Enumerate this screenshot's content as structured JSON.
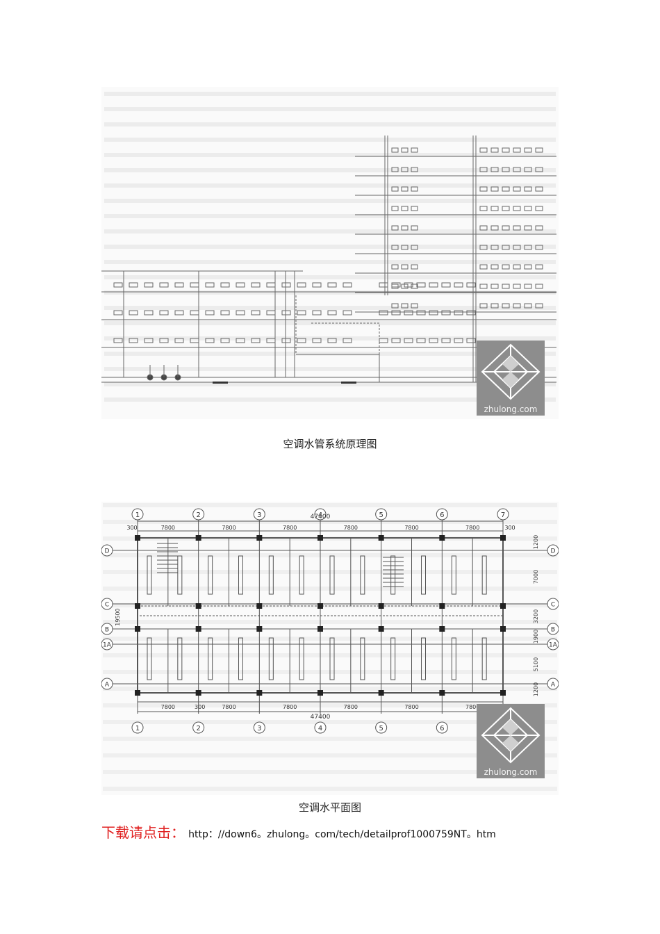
{
  "figures": [
    {
      "caption": "空调水管系统原理图",
      "watermark": "zhulong.com"
    },
    {
      "caption": "空调水平面图",
      "watermark": "zhulong.com",
      "plan": {
        "total_dimension": "47400",
        "column_axes": [
          "1",
          "2",
          "3",
          "4",
          "5",
          "6",
          "7"
        ],
        "row_axes": [
          "D",
          "C",
          "B",
          "1A",
          "A"
        ],
        "bay_dimensions_top": [
          "300",
          "7800",
          "7800",
          "7800",
          "7800",
          "7800",
          "7800",
          "300"
        ],
        "bay_dimensions_bottom": [
          "7800",
          "300",
          "7800",
          "7800",
          "7800",
          "7800",
          "7800"
        ],
        "left_dimension": "19500",
        "right_dimensions": [
          "1200",
          "7000",
          "3200",
          "1900",
          "5100",
          "1200"
        ]
      }
    }
  ],
  "download": {
    "label": "下载请点击：",
    "link_text": "http：//down6。zhulong。com/tech/detailprof1000759NT。htm"
  }
}
